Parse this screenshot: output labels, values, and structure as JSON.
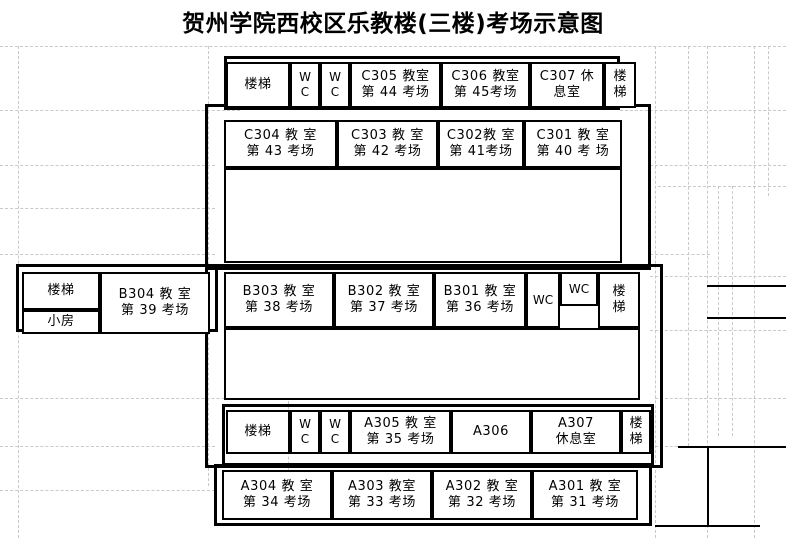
{
  "title": "贺州学院西校区乐教楼(三楼)考场示意图",
  "colors": {
    "wall": "#000000",
    "grid": "#c9c9c9",
    "background": "#ffffff"
  },
  "floor_plan": {
    "building": "乐教楼",
    "campus": "贺州学院西校区",
    "floor": "三楼",
    "rows": [
      {
        "id": "row-c-upper",
        "cells": [
          {
            "name": "stair-top-left",
            "line1": "楼梯",
            "line2": ""
          },
          {
            "name": "wc-top-1",
            "line1": "W",
            "line2": "C"
          },
          {
            "name": "wc-top-2",
            "line1": "W",
            "line2": "C"
          },
          {
            "name": "room-c305",
            "line1": "C305 教室",
            "line2": "第 44 考场"
          },
          {
            "name": "room-c306",
            "line1": "C306 教室",
            "line2": "第 45考场"
          },
          {
            "name": "room-c307",
            "line1": "C307 休",
            "line2": "息室"
          },
          {
            "name": "stair-top-right",
            "line1": "楼",
            "line2": "梯"
          }
        ]
      },
      {
        "id": "row-c-lower",
        "cells": [
          {
            "name": "room-c304",
            "line1": "C304 教 室",
            "line2": "第 43 考场"
          },
          {
            "name": "room-c303",
            "line1": "C303 教 室",
            "line2": "第 42 考场"
          },
          {
            "name": "room-c302",
            "line1": "C302教 室",
            "line2": "第 41考场"
          },
          {
            "name": "room-c301",
            "line1": "C301 教 室",
            "line2": "第  40 考 场"
          }
        ]
      },
      {
        "id": "row-b",
        "cells": [
          {
            "name": "stair-left",
            "line1": "楼梯",
            "line2": ""
          },
          {
            "name": "small-room",
            "line1": "小房",
            "line2": ""
          },
          {
            "name": "room-b304",
            "line1": "B304 教 室",
            "line2": "第 39 考场"
          },
          {
            "name": "room-b303",
            "line1": "B303 教 室",
            "line2": "第 38 考场"
          },
          {
            "name": "room-b302",
            "line1": "B302 教 室",
            "line2": "第 37 考场"
          },
          {
            "name": "room-b301",
            "line1": "B301 教 室",
            "line2": "第 36 考场"
          },
          {
            "name": "wc-b-1",
            "line1": "WC",
            "line2": ""
          },
          {
            "name": "wc-b-2",
            "line1": "WC",
            "line2": ""
          },
          {
            "name": "stair-b-right",
            "line1": "楼",
            "line2": "梯"
          }
        ]
      },
      {
        "id": "row-a-upper",
        "cells": [
          {
            "name": "stair-a-left",
            "line1": "楼梯",
            "line2": ""
          },
          {
            "name": "wc-a-1",
            "line1": "W",
            "line2": "C"
          },
          {
            "name": "wc-a-2",
            "line1": "W",
            "line2": "C"
          },
          {
            "name": "room-a305",
            "line1": "A305 教 室",
            "line2": "第 35 考场"
          },
          {
            "name": "room-a306",
            "line1": "A306",
            "line2": ""
          },
          {
            "name": "room-a307",
            "line1": "A307",
            "line2": "休息室"
          },
          {
            "name": "stair-a-right",
            "line1": "楼",
            "line2": "梯"
          }
        ]
      },
      {
        "id": "row-a-lower",
        "cells": [
          {
            "name": "room-a304",
            "line1": "A304 教 室",
            "line2": "第 34 考场"
          },
          {
            "name": "room-a303",
            "line1": "A303 教室",
            "line2": "第 33 考场"
          },
          {
            "name": "room-a302",
            "line1": "A302 教 室",
            "line2": "第 32 考场"
          },
          {
            "name": "room-a301",
            "line1": "A301 教 室",
            "line2": "第 31 考场"
          }
        ]
      }
    ]
  }
}
